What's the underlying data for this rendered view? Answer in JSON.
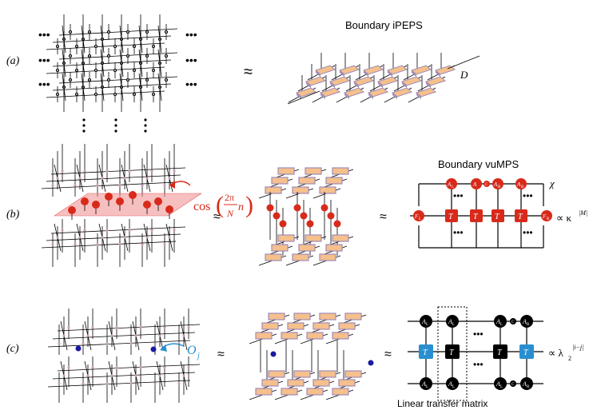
{
  "panels": [
    {
      "label": "(a)",
      "approx": "≈",
      "title": "Boundary iPEPS",
      "bond": "D",
      "dots": "•••"
    },
    {
      "label": "(b)",
      "approx1": "≈",
      "approx2": "≈",
      "title": "Boundary vuMPS",
      "cos_text": "cos",
      "frac_num": "2π",
      "frac_den": "N",
      "frac_var": "n",
      "chi": "χ",
      "propto": "∝ κ",
      "exponent": "|M|",
      "tensors": {
        "AL": "A",
        "AL_sub": "L",
        "C": "C",
        "AR": "A",
        "AR_sub": "R",
        "T": "T",
        "FL": "F",
        "FL_sub": "L",
        "FR": "F",
        "FR_sub": "R"
      },
      "dots": "•••"
    },
    {
      "label": "(c)",
      "approx1": "≈",
      "approx2": "≈",
      "operator": "O",
      "operator_sub": "j",
      "propto": "∝ λ",
      "lambda_sub": "2",
      "exponent": "|i−j|",
      "transfer_label": "Linear transfer matrix",
      "tensors": {
        "A": "A",
        "L": "L",
        "R": "R",
        "C": "C",
        "T": "T"
      },
      "dots": "•••"
    }
  ],
  "colors": {
    "tensor_fill": "#f5c08c",
    "tensor_edge": "#a08cb8",
    "red": "#d82a1a",
    "plane": "#f08c8c",
    "blue_dot": "#1a1aa0",
    "blue_T": "#2a8fd0",
    "black_T": "#000000"
  }
}
